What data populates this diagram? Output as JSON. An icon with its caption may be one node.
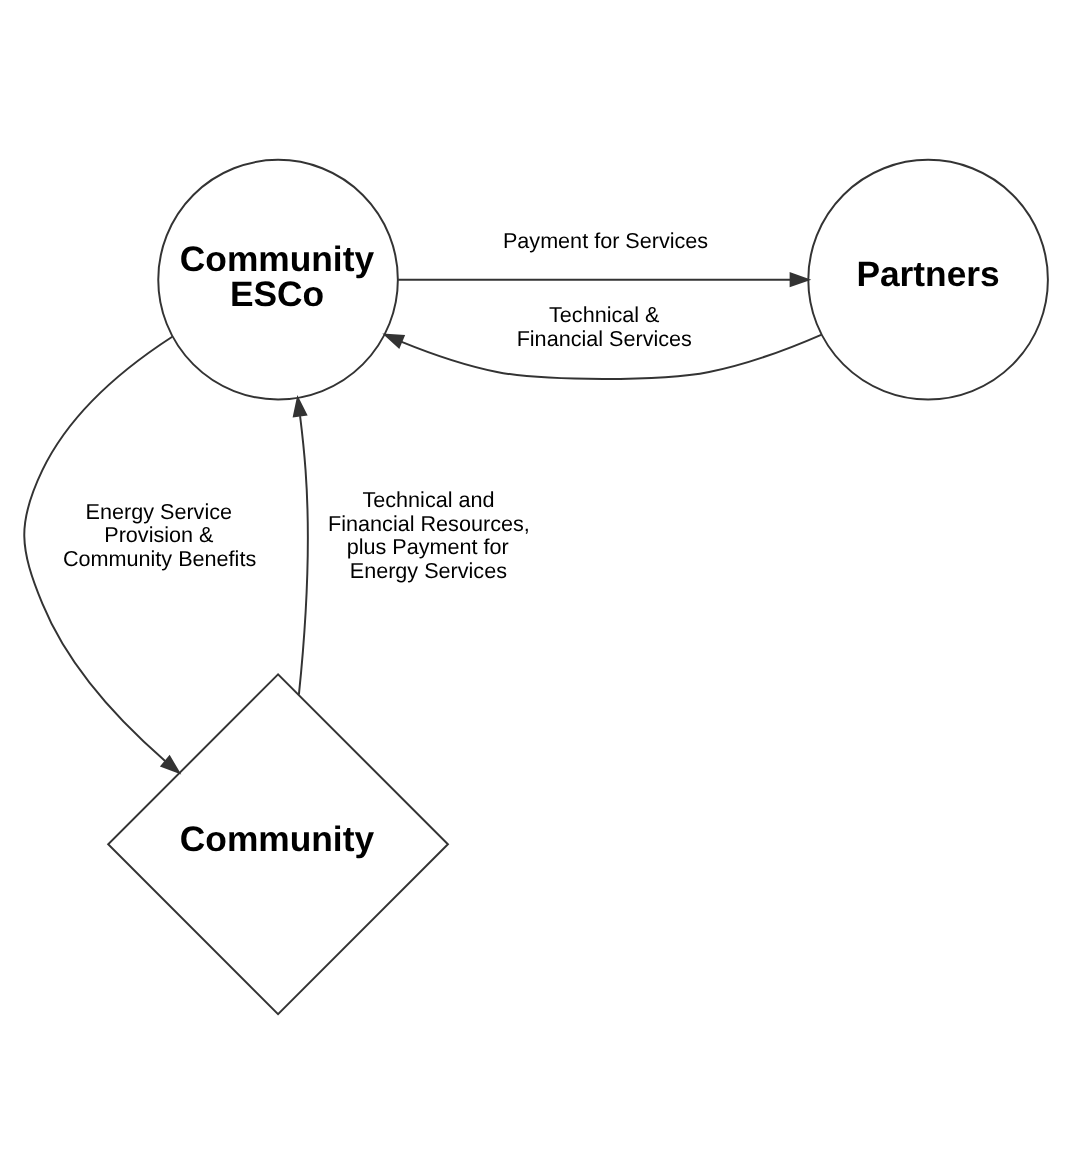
{
  "diagram": {
    "nodes": [
      {
        "text": [
          "Community ESCo"
        ]
      },
      {
        "text": [
          "Partners"
        ]
      },
      {
        "text": [
          "Community"
        ]
      }
    ],
    "edges": [
      {
        "from": 1,
        "to": 0,
        "arrow": "to",
        "label": "Technical & Financial Services"
      },
      {
        "from": 0,
        "to": 1,
        "arrow": "to",
        "label": "Payment for Services"
      },
      {
        "from": 0,
        "to": 2,
        "arrow": "to",
        "label": "Energy Service Provision & Community Benefits"
      },
      {
        "from": 2,
        "to": 0,
        "arrow": "to",
        "label": "Technical and Financial Resources, plus Payment for Energy Services"
      }
    ]
  }
}
